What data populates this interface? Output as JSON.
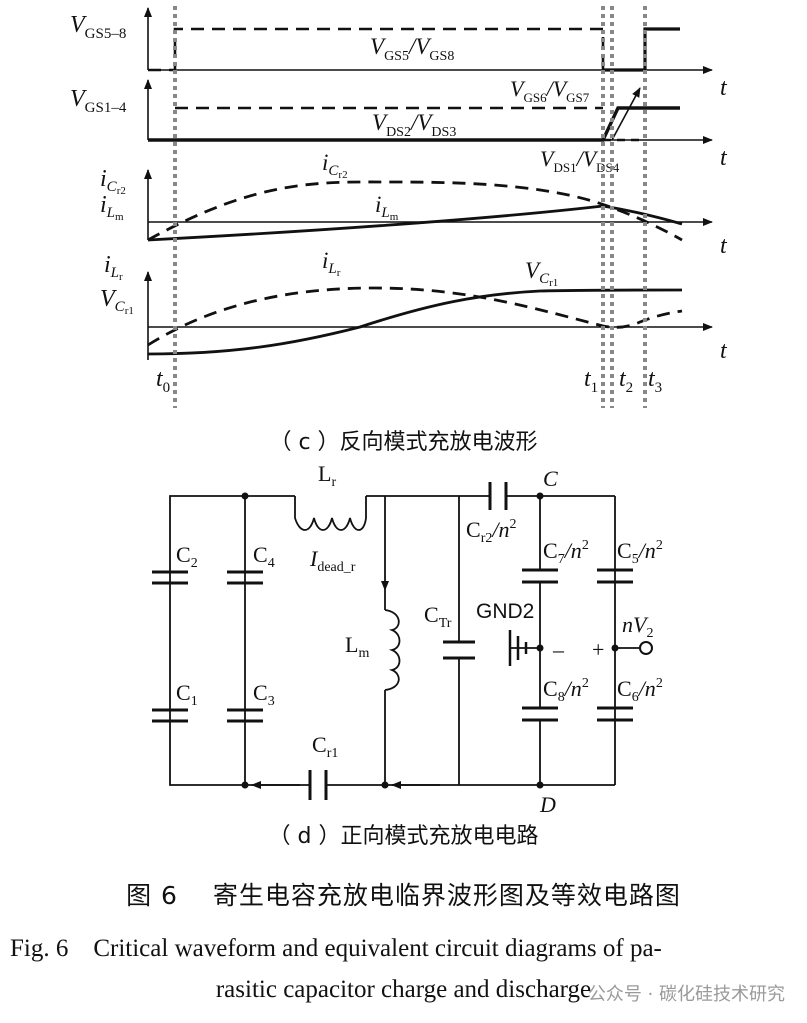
{
  "waveform": {
    "rows": [
      {
        "name": "VGS5-8",
        "label_main": "V",
        "label_sub": "GS5–8"
      },
      {
        "name": "VGS1-4",
        "label_main": "V",
        "label_sub": "GS1–4"
      },
      {
        "name": "iCr2-iLm",
        "label_main": "i",
        "label_sub": "C",
        "label_subsub": "r2",
        "label2_main": "i",
        "label2_sub": "L",
        "label2_subsub": "m"
      },
      {
        "name": "iLr-VCr1",
        "label_main": "i",
        "label_sub": "L",
        "label_subsub": "r",
        "label2_main": "V",
        "label2_sub": "C",
        "label2_subsub": "r1"
      }
    ],
    "axis_label": "t",
    "curve_labels": {
      "vgs58": {
        "p1": "V",
        "s1": "GS5",
        "mid": "/V",
        "s2": "GS8"
      },
      "vgs67": {
        "p1": "V",
        "s1": "GS6",
        "mid": "/V",
        "s2": "GS7"
      },
      "vds23": {
        "p1": "V",
        "s1": "DS2",
        "mid": "/V",
        "s2": "DS3"
      },
      "vds14": {
        "p1": "V",
        "s1": "DS1",
        "mid": "/V",
        "s2": "DS4"
      },
      "icr2": {
        "p1": "i",
        "s1": "C",
        "ss1": "r2"
      },
      "ilm": {
        "p1": "i",
        "s1": "L",
        "ss1": "m"
      },
      "ilr": {
        "p1": "i",
        "s1": "L",
        "ss1": "r"
      },
      "vcr1": {
        "p1": "V",
        "s1": "C",
        "ss1": "r1"
      }
    },
    "time_marks": [
      {
        "p": "t",
        "s": "0"
      },
      {
        "p": "t",
        "s": "1"
      },
      {
        "p": "t",
        "s": "2"
      },
      {
        "p": "t",
        "s": "3"
      }
    ]
  },
  "circuit": {
    "Lr": {
      "p": "L",
      "s": "r"
    },
    "Idead": {
      "p": "I",
      "s": "dead_r"
    },
    "Lm": {
      "p": "L",
      "s": "m"
    },
    "CTr": {
      "p": "C",
      "s": "Tr"
    },
    "Cr1": {
      "p": "C",
      "s": "r1"
    },
    "Cr2": {
      "p": "C",
      "s": "r2",
      "t": "/n",
      "sup": "2"
    },
    "C1": {
      "p": "C",
      "s": "1"
    },
    "C2": {
      "p": "C",
      "s": "2"
    },
    "C3": {
      "p": "C",
      "s": "3"
    },
    "C4": {
      "p": "C",
      "s": "4"
    },
    "C5": {
      "p": "C",
      "s": "5",
      "t": "/n",
      "sup": "2"
    },
    "C6": {
      "p": "C",
      "s": "6",
      "t": "/n",
      "sup": "2"
    },
    "C7": {
      "p": "C",
      "s": "7",
      "t": "/n",
      "sup": "2"
    },
    "C8": {
      "p": "C",
      "s": "8",
      "t": "/n",
      "sup": "2"
    },
    "gnd": "GND2",
    "minus": "–",
    "plus": "+",
    "nV2": {
      "p": "nV",
      "s": "2"
    },
    "nodeC": "C",
    "nodeD": "D"
  },
  "captions": {
    "sub_c": "（ c ）反向模式充放电波形",
    "sub_d": "（ d ）正向模式充放电电路",
    "fig_cn": "图 6　 寄生电容充放电临界波形图及等效电路图",
    "fig_en_1": "Fig. 6　Critical waveform and equivalent circuit diagrams of pa-",
    "fig_en_2": "rasitic capacitor charge and discharge",
    "watermark": "公众号 · 碳化硅技术研究"
  }
}
